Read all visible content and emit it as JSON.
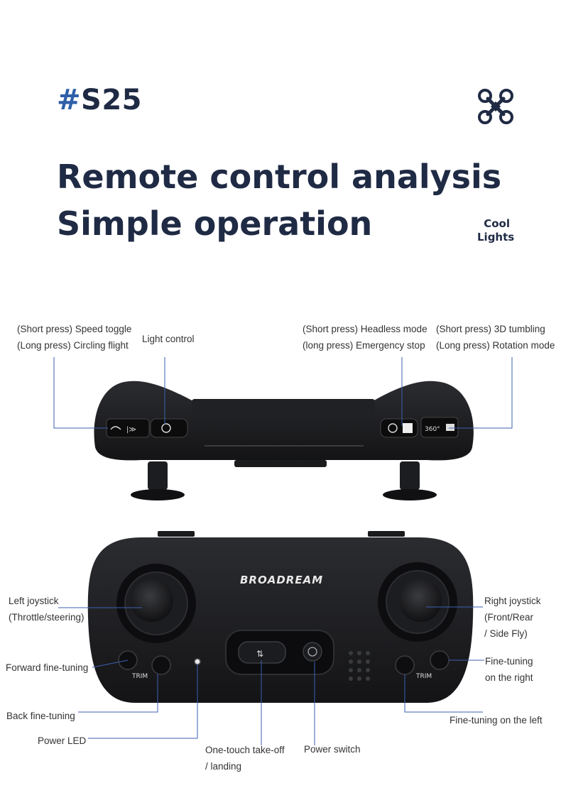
{
  "header": {
    "model_prefix": "#",
    "model_name": "S25",
    "headline_line1": "Remote control analysis",
    "headline_line2": "Simple operation",
    "cool_line1": "Cool",
    "cool_line2": "Lights"
  },
  "device": {
    "brand": "BROADREAM",
    "left_trim": "TRIM",
    "right_trim": "TRIM",
    "lights_button_text": "360°"
  },
  "top_labels": {
    "speed_toggle": "(Short press) Speed toggle",
    "circling_flight": "(Long press) Circling flight",
    "light_control": "Light control",
    "headless_mode": "(Short press) Headless mode",
    "emergency_stop": "(long press) Emergency stop",
    "tumbling": "(Short press) 3D tumbling",
    "rotation_mode": "(Long press) Rotation mode"
  },
  "bottom_labels": {
    "left_joystick_1": "Left joystick",
    "left_joystick_2": "(Throttle/steering)",
    "forward_fine_tuning": "Forward fine-tuning",
    "back_fine_tuning": "Back fine-tuning",
    "power_led": "Power LED",
    "takeoff_1": "One-touch take-off",
    "takeoff_2": "/ landing",
    "power_switch": "Power switch",
    "right_joystick_1": "Right joystick",
    "right_joystick_2": "(Front/Rear",
    "right_joystick_3": "/ Side Fly)",
    "fine_tuning_right_1": "Fine-tuning",
    "fine_tuning_right_2": "on the right",
    "fine_tuning_left": "Fine-tuning on the left"
  },
  "colors": {
    "title": "#1f2a44",
    "hash": "#2f5fa8",
    "leader_line": "#3d5fb0",
    "device_body": "#1b1c1f"
  }
}
